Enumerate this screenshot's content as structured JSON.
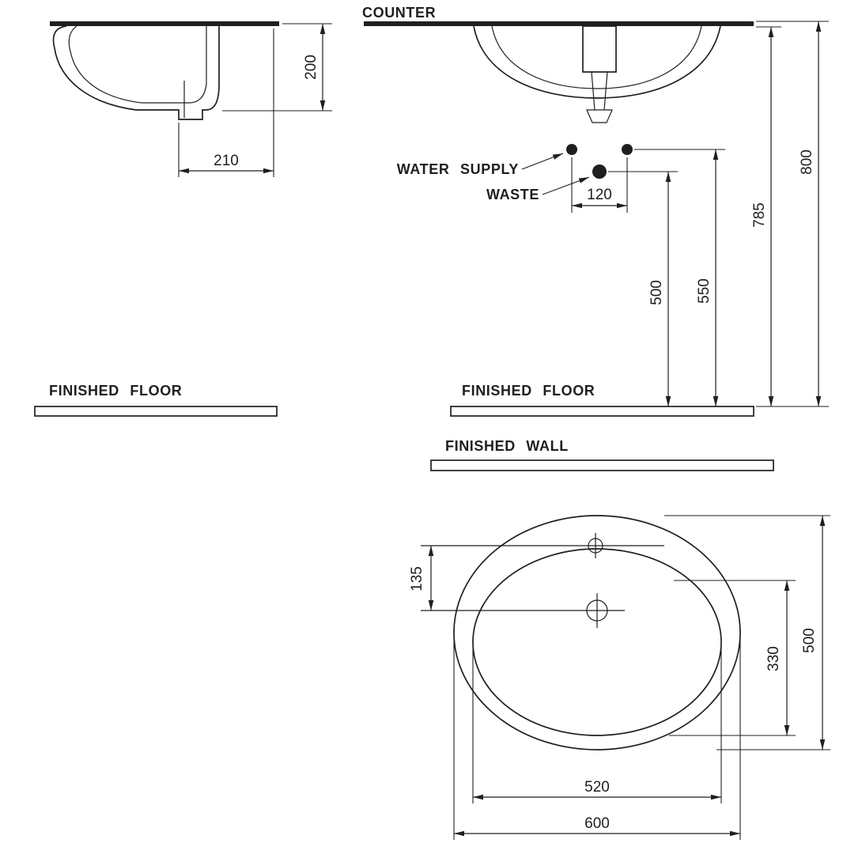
{
  "ink": "#1f1f1f",
  "labels": {
    "counter": "COUNTER",
    "water_supply": "WATER SUPPLY",
    "waste": "WASTE",
    "finished_floor_side": "FINISHED FLOOR",
    "finished_floor_front": "FINISHED FLOOR",
    "finished_wall": "FINISHED WALL"
  },
  "dimensions": {
    "side": {
      "depth_below_counter": "200",
      "waste_to_wall": "210"
    },
    "front": {
      "supply_spacing": "120",
      "waste_height": "500",
      "supply_height": "550",
      "counter_underside": "785",
      "counter_top": "800"
    },
    "plan": {
      "tap_to_drain": "135",
      "drain_to_front_rim": "330",
      "overall_depth": "500",
      "bowl_width": "520",
      "overall_width": "600"
    }
  }
}
